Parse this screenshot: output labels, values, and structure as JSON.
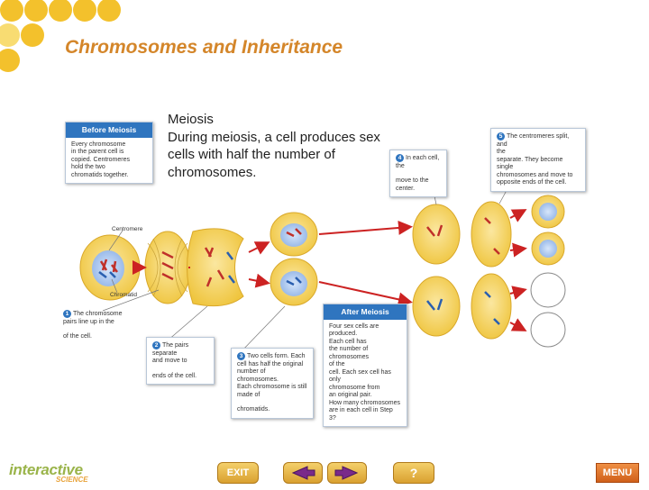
{
  "title": "Chromosomes and Inheritance",
  "text": {
    "heading": "Meiosis",
    "line1": "During meiosis, a cell produces sex",
    "line2": "cells with half the number of",
    "line3": "chromosomes."
  },
  "diagram": {
    "before": {
      "header": "Before Meiosis",
      "body": [
        "Every chromosome",
        "in the parent cell is",
        "copied. Centromeres",
        "hold the two",
        "chromatids together."
      ]
    },
    "labels": {
      "centromere": "Centromere",
      "chromatid": "Chromatid"
    },
    "step1": {
      "num": "1",
      "lines": [
        "The chromosome",
        "pairs line up in the",
        "",
        "of the cell."
      ]
    },
    "step2": {
      "num": "2",
      "lines": [
        "The pairs separate",
        "and move to",
        "",
        "ends of the cell."
      ]
    },
    "step3": {
      "num": "3",
      "lines": [
        "Two cells form. Each",
        "cell has half the original",
        "number of chromosomes.",
        "Each chromosome is still",
        "made of",
        "",
        "chromatids."
      ]
    },
    "step4": {
      "num": "4",
      "lines": [
        "In each cell, the",
        "",
        "move to the center."
      ]
    },
    "step5": {
      "num": "5",
      "lines": [
        "The centromeres split, and",
        "the",
        "separate. They become single",
        "chromosomes and move to",
        "opposite ends of the cell."
      ]
    },
    "after": {
      "header": "After Meiosis",
      "body": [
        "Four sex cells are produced.",
        "Each cell has",
        "the number of chromosomes",
        "of the",
        "cell. Each sex cell has only",
        "chromosome from",
        "an original pair.",
        "How many chromosomes",
        "are in each cell in Step 3?"
      ]
    }
  },
  "bottom": {
    "logo_main": "interactive",
    "logo_sub": "SCIENCE",
    "exit_label": "EXIT",
    "help_label": "?",
    "menu_label": "MENU"
  },
  "colors": {
    "title": "#d4862a",
    "accent_blue": "#2f75bf",
    "cell_yellow": "#f2cf4a",
    "dots": "#f3c12c",
    "arrow_red": "#cc2222"
  },
  "icons": {
    "back": "left-arrow-icon",
    "forward": "right-arrow-icon"
  }
}
